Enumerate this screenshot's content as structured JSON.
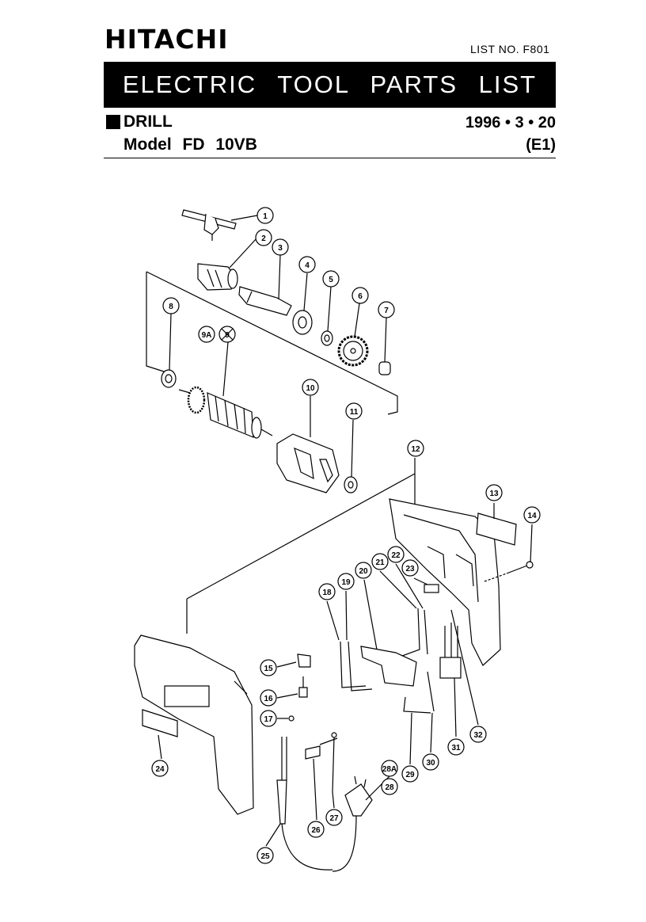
{
  "header": {
    "brand": "HITACHI",
    "list_no": "LIST NO. F801",
    "banner": "ELECTRIC TOOL PARTS LIST",
    "category": "DRILL",
    "model": "Model FD 10VB",
    "date": "1996 • 3 • 20",
    "edition": "(E1)"
  },
  "callouts": [
    {
      "id": "1",
      "label": "1"
    },
    {
      "id": "2",
      "label": "2"
    },
    {
      "id": "3",
      "label": "3"
    },
    {
      "id": "4",
      "label": "4"
    },
    {
      "id": "5",
      "label": "5"
    },
    {
      "id": "6",
      "label": "6"
    },
    {
      "id": "7",
      "label": "7"
    },
    {
      "id": "8",
      "label": "8"
    },
    {
      "id": "9A",
      "label": "9A"
    },
    {
      "id": "9",
      "label": "9"
    },
    {
      "id": "10",
      "label": "10"
    },
    {
      "id": "11",
      "label": "11"
    },
    {
      "id": "12",
      "label": "12"
    },
    {
      "id": "13",
      "label": "13"
    },
    {
      "id": "14",
      "label": "14"
    },
    {
      "id": "15",
      "label": "15"
    },
    {
      "id": "16",
      "label": "16"
    },
    {
      "id": "17",
      "label": "17"
    },
    {
      "id": "18",
      "label": "18"
    },
    {
      "id": "19",
      "label": "19"
    },
    {
      "id": "20",
      "label": "20"
    },
    {
      "id": "21",
      "label": "21"
    },
    {
      "id": "22",
      "label": "22"
    },
    {
      "id": "23",
      "label": "23"
    },
    {
      "id": "24",
      "label": "24"
    },
    {
      "id": "25",
      "label": "25"
    },
    {
      "id": "26",
      "label": "26"
    },
    {
      "id": "27",
      "label": "27"
    },
    {
      "id": "28A",
      "label": "28A"
    },
    {
      "id": "28",
      "label": "28"
    },
    {
      "id": "29",
      "label": "29"
    },
    {
      "id": "30",
      "label": "30"
    },
    {
      "id": "31",
      "label": "31"
    },
    {
      "id": "32",
      "label": "32"
    }
  ]
}
